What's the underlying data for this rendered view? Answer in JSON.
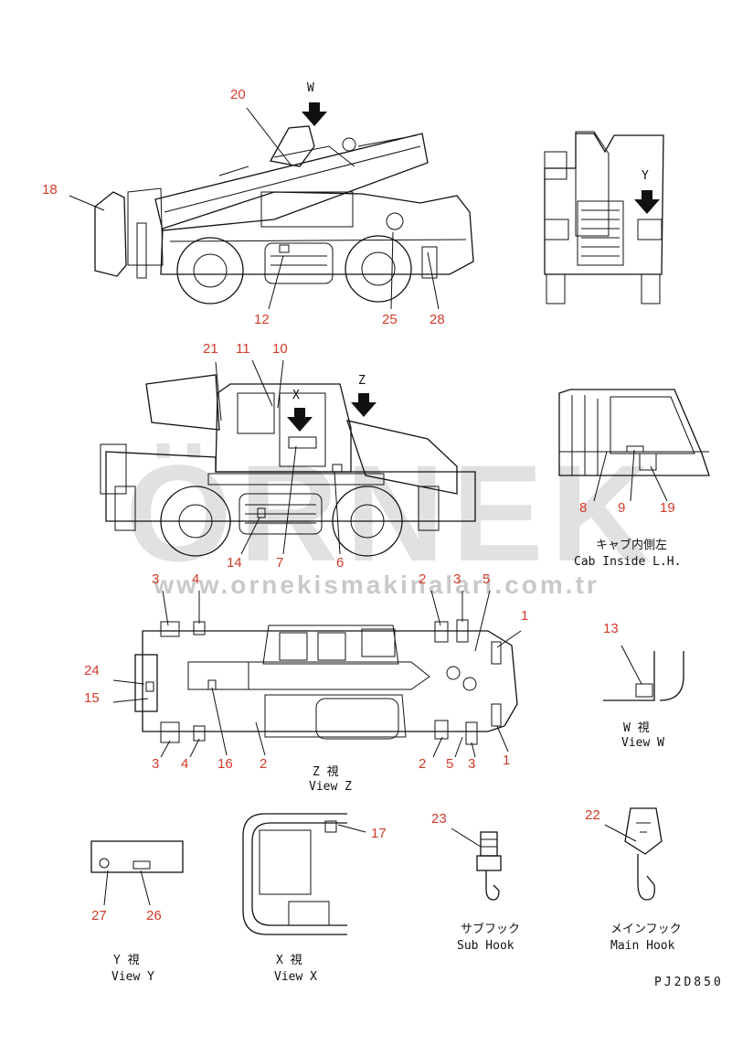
{
  "watermark": {
    "brand": "ÖRNEK",
    "url": "www.ornekismakinalari.com.tr"
  },
  "arrows": {
    "w": "W",
    "y": "Y",
    "z": "Z",
    "x": "X"
  },
  "side_view_top_labels": [
    "20",
    "18",
    "12",
    "25",
    "28"
  ],
  "side_view_mid_labels": [
    "21",
    "11",
    "10",
    "14",
    "7",
    "6"
  ],
  "cab_labels": [
    "8",
    "9",
    "19"
  ],
  "plan_labels_top": [
    "3",
    "4",
    "2",
    "3",
    "5",
    "1"
  ],
  "plan_labels_left": [
    "24",
    "15"
  ],
  "plan_labels_bottom": [
    "3",
    "4",
    "16",
    "2",
    "2",
    "5",
    "3",
    "1"
  ],
  "detail_labels": {
    "w_view_num": "13",
    "x_view_num": "17",
    "y_view_nums": [
      "27",
      "26"
    ],
    "sub_hook_num": "23",
    "main_hook_num": "22"
  },
  "captions": {
    "cab_jp": "キャブ内側左",
    "cab_en": "Cab Inside L.H.",
    "view_w_jp": "W 視",
    "view_w_en": "View W",
    "view_z_jp": "Z 視",
    "view_z_en": "View Z",
    "view_y_jp": "Y 視",
    "view_y_en": "View Y",
    "view_x_jp": "X 視",
    "view_x_en": "View X",
    "sub_hook_jp": "サブフック",
    "sub_hook_en": "Sub Hook",
    "main_hook_jp": "メインフック",
    "main_hook_en": "Main Hook"
  },
  "drawing_code": "PJ2D850"
}
